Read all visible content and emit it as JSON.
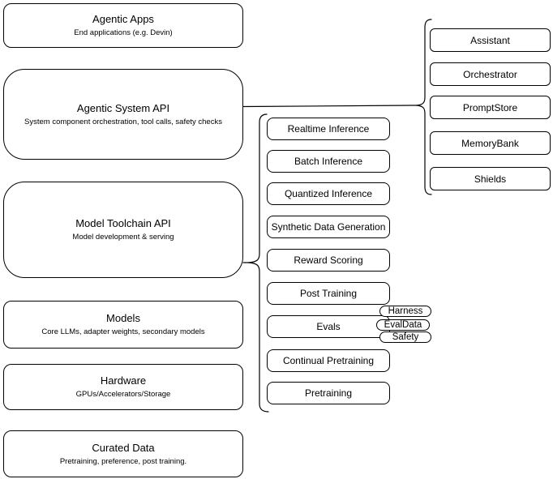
{
  "colors": {
    "background": "#ffffff",
    "stroke": "#000000",
    "text": "#000000"
  },
  "left_stack": [
    {
      "title": "Agentic Apps",
      "subtitle": "End applications (e.g. Devin)"
    },
    {
      "title": "Agentic System API",
      "subtitle": "System component orchestration, tool calls, safety checks"
    },
    {
      "title": "Model Toolchain API",
      "subtitle": "Model development & serving"
    },
    {
      "title": "Models",
      "subtitle": "Core LLMs, adapter weights, secondary models"
    },
    {
      "title": "Hardware",
      "subtitle": "GPUs/Accelerators/Storage"
    },
    {
      "title": "Curated Data",
      "subtitle": "Pretraining, preference, post training."
    }
  ],
  "toolchain_nodes": [
    "Realtime Inference",
    "Batch Inference",
    "Quantized Inference",
    "Synthetic Data Generation",
    "Reward Scoring",
    "Post Training",
    "Evals",
    "Continual Pretraining",
    "Pretraining"
  ],
  "evals_tags": [
    "Harness",
    "EvalData",
    "Safety"
  ],
  "system_nodes": [
    "Assistant",
    "Orchestrator",
    "PromptStore",
    "MemoryBank",
    "Shields"
  ]
}
